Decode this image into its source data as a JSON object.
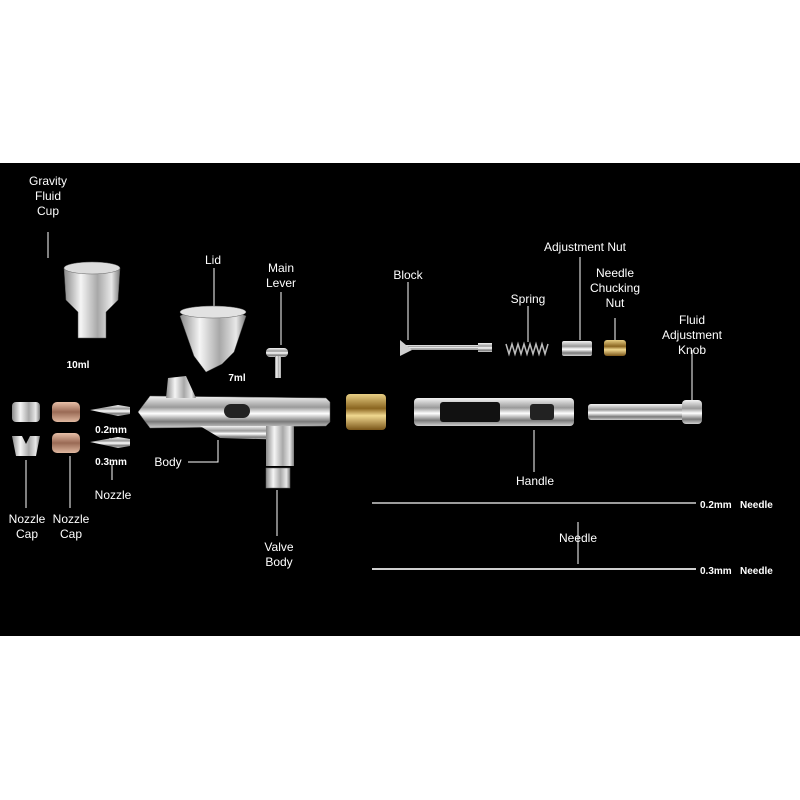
{
  "labels": {
    "gravity_cup": [
      "Gravity",
      "Fluid",
      "Cup"
    ],
    "cup_volume_large": "10ml",
    "lid": "Lid",
    "cup_volume_small": "7ml",
    "main_lever": [
      "Main",
      "Lever"
    ],
    "block": "Block",
    "spring": "Spring",
    "adjustment_nut": "Adjustment Nut",
    "needle_chucking_nut": [
      "Needle",
      "Chucking",
      "Nut"
    ],
    "fluid_adjustment_knob": [
      "Fluid",
      "Adjustment",
      "Knob"
    ],
    "nozzle_size_a": "0.2mm",
    "nozzle_size_b": "0.3mm",
    "nozzle": "Nozzle",
    "body": "Body",
    "handle": "Handle",
    "nozzle_cap_1": [
      "Nozzle",
      "Cap"
    ],
    "nozzle_cap_2": [
      "Nozzle",
      "Cap"
    ],
    "valve_body": [
      "Valve",
      "Body"
    ],
    "needle_a_size": "0.2mm",
    "needle_a_word": "Needle",
    "needle_center": "Needle",
    "needle_b_size": "0.3mm",
    "needle_b_word": "Needle"
  },
  "colors": {
    "background": "#000000",
    "page": "#ffffff",
    "chrome": "#c8c8c8",
    "brass": "#c9a34a",
    "text": "#ffffff"
  }
}
